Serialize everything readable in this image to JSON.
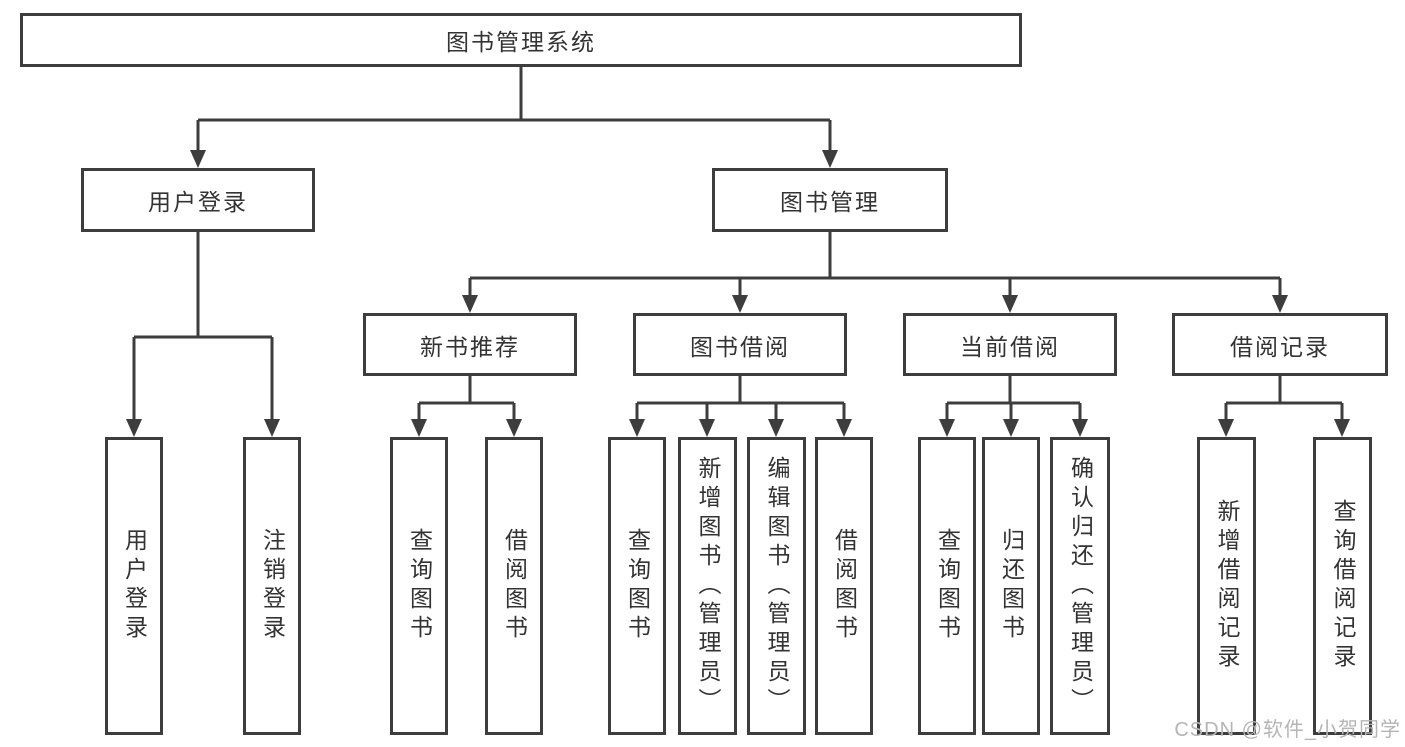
{
  "tree": {
    "label": "图书管理系统",
    "children": [
      {
        "label": "用户登录",
        "children": [
          {
            "label": "用户登录"
          },
          {
            "label": "注销登录"
          }
        ]
      },
      {
        "label": "图书管理",
        "children": [
          {
            "label": "新书推荐",
            "children": [
              {
                "label": "查询图书"
              },
              {
                "label": "借阅图书"
              }
            ]
          },
          {
            "label": "图书借阅",
            "children": [
              {
                "label": "查询图书"
              },
              {
                "label": "新增图书（管理员）"
              },
              {
                "label": "编辑图书（管理员）"
              },
              {
                "label": "借阅图书"
              }
            ]
          },
          {
            "label": "当前借阅",
            "children": [
              {
                "label": "查询图书"
              },
              {
                "label": "归还图书"
              },
              {
                "label": "确认归还（管理员）"
              }
            ]
          },
          {
            "label": "借阅记录",
            "children": [
              {
                "label": "新增借阅记录"
              },
              {
                "label": "查询借阅记录"
              }
            ]
          }
        ]
      }
    ]
  },
  "watermark": {
    "text": "CSDN @软件_小贺同学"
  },
  "colors": {
    "line": "#3d3d3d",
    "text": "#333333",
    "background": "#ffffff",
    "watermark": "#b5b5b5"
  }
}
